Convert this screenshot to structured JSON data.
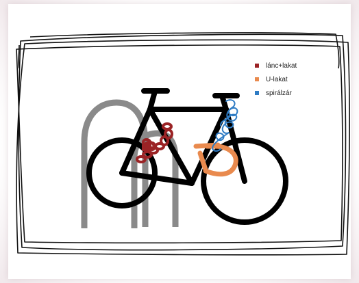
{
  "legend": {
    "items": [
      {
        "label": "lánc+lakat",
        "color": "#9b2325"
      },
      {
        "label": "U-lakat",
        "color": "#e98a4e"
      },
      {
        "label": "spirálzár",
        "color": "#2f7cc4"
      }
    ]
  },
  "colors": {
    "bike_frame": "#000000",
    "rack": "#8a8a8a",
    "chain_lock": "#9b2325",
    "u_lock": "#e98a4e",
    "spiral_lock": "#2f7cc4",
    "sketch_border": "#111111"
  },
  "icons": {
    "bicycle": "bicycle-icon",
    "rack": "bike-rack-icon",
    "chain_lock": "chain-lock-icon",
    "u_lock": "u-lock-icon",
    "spiral_lock": "spiral-lock-icon"
  }
}
